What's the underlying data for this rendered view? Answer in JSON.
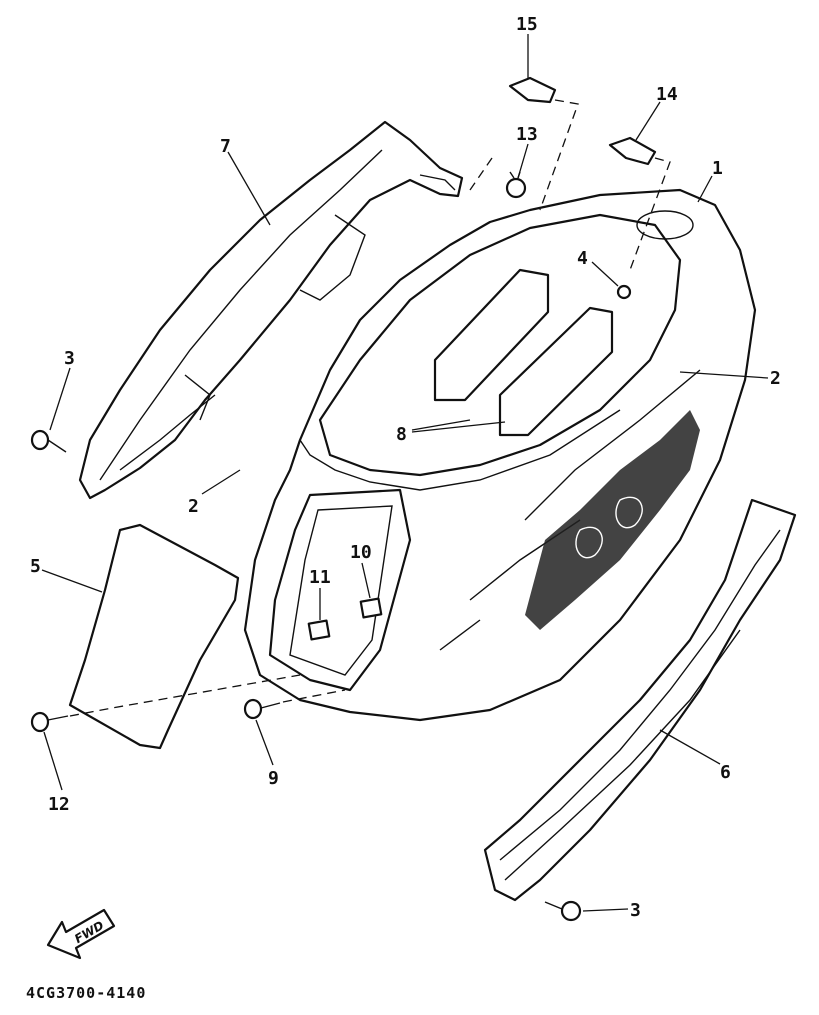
{
  "diagram": {
    "drawing_code": "4CG3700-4140",
    "fwd_arrow_label": "FWD",
    "callouts": [
      {
        "id": "c1",
        "text": "1"
      },
      {
        "id": "c2a",
        "text": "2"
      },
      {
        "id": "c2b",
        "text": "2"
      },
      {
        "id": "c3a",
        "text": "3"
      },
      {
        "id": "c3b",
        "text": "3"
      },
      {
        "id": "c4",
        "text": "4"
      },
      {
        "id": "c5",
        "text": "5"
      },
      {
        "id": "c6",
        "text": "6"
      },
      {
        "id": "c7",
        "text": "7"
      },
      {
        "id": "c8",
        "text": "8"
      },
      {
        "id": "c9",
        "text": "9"
      },
      {
        "id": "c10",
        "text": "10"
      },
      {
        "id": "c11",
        "text": "11"
      },
      {
        "id": "c12",
        "text": "12"
      },
      {
        "id": "c13",
        "text": "13"
      },
      {
        "id": "c14",
        "text": "14"
      },
      {
        "id": "c15",
        "text": "15"
      }
    ]
  }
}
